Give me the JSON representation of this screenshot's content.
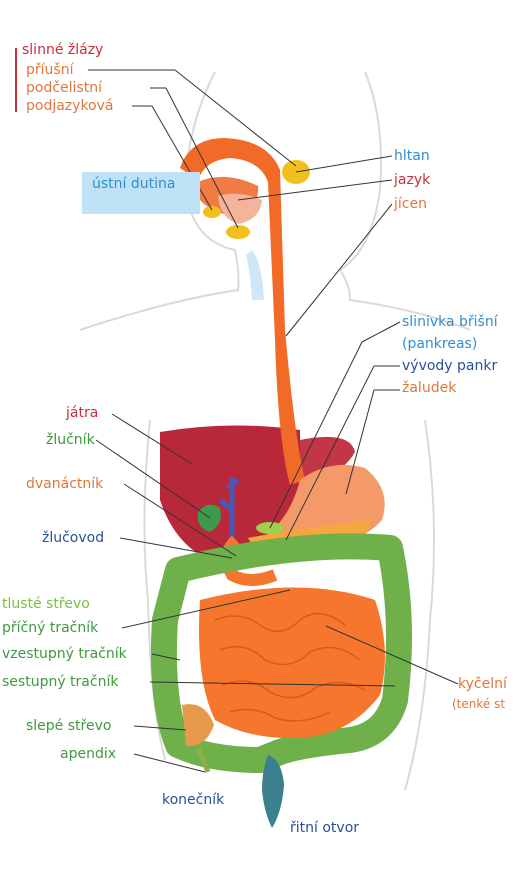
{
  "labels": {
    "slinne_zlazy": "slinné žlázy",
    "priusni": "příušní",
    "podcelistni": "podčelistní",
    "podjazykova": "podjazyková",
    "hltan": "hltan",
    "jazyk": "jazyk",
    "ustni_dutina": "ústní dutina",
    "jicen": "jícen",
    "slinivka": "slinivka břišní",
    "pankreas": "(pankreas)",
    "vyvody": "vývody pankr",
    "zaludek": "žaludek",
    "jatra": "játra",
    "zlucnik": "žlučník",
    "dvanactnik": "dvanáctník",
    "zlucovod": "žlučovod",
    "tluste_strevo": "tlusté střevo",
    "pricny": "příčný tračník",
    "vzestupny": "vzestupný tračník",
    "sestupny": "sestupný tračník",
    "kycelni": "kyčelní",
    "tenke": "(tenké st",
    "slepe_strevo": "slepé střevo",
    "apendix": "apendix",
    "konecnik": "konečník",
    "ritni_otvor": "řitní otvor"
  },
  "colors": {
    "red_label": "#c8303b",
    "orange_label": "#e2763a",
    "blue_label": "#2f8fd0",
    "navy_label": "#2a4f9e",
    "green_label": "#3f9a3f",
    "light_green_label": "#7cbf43",
    "liver": "#b8283a",
    "esophagus": "#f26a28",
    "stomach": "#f49a6a",
    "small_intestine": "#f6762e",
    "large_intestine": "#6fb04a",
    "rectum": "#3c7f8f",
    "salivary_gland": "#f2c01c",
    "mouth_highlight": "#bfe2f6"
  }
}
